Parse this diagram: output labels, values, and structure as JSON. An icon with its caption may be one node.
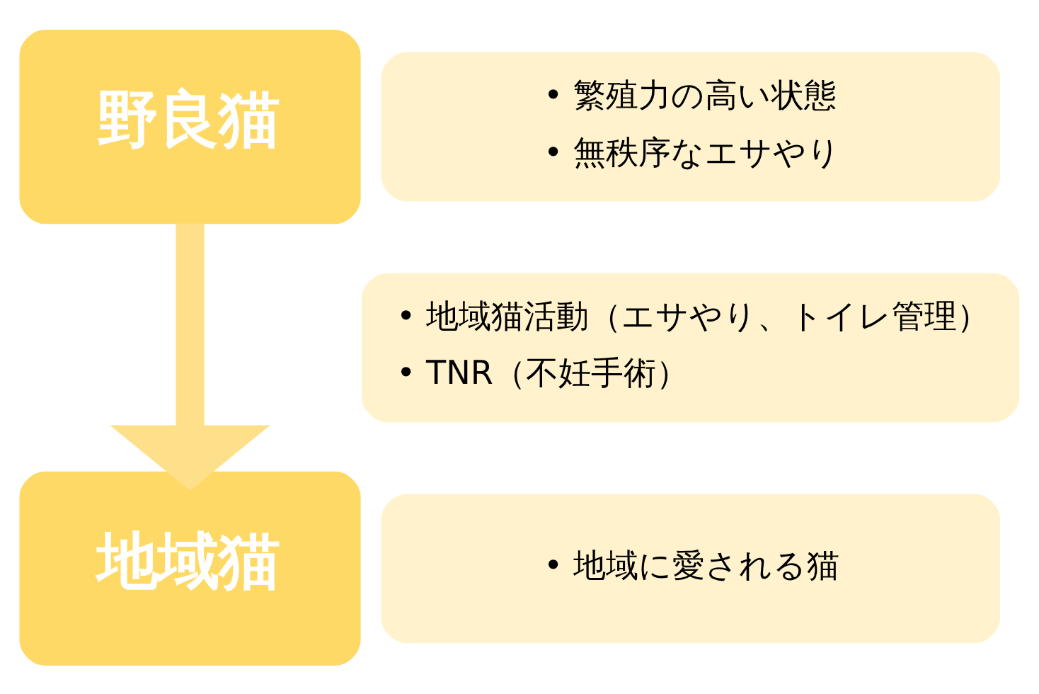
{
  "diagram": {
    "nodes": [
      {
        "text": [
          "野良猫"
        ]
      },
      {
        "text": [
          "• 繁殖力の高い状態",
          "• 無秩序なエサやり"
        ]
      },
      {
        "text": [
          "• 地域猫活動（エサやり、トイレ管理）",
          "• TNR（不妊手術）"
        ]
      },
      {
        "text": [
          "地域猫"
        ]
      },
      {
        "text": [
          "• 地域に愛される猫"
        ]
      }
    ],
    "edges": [
      {
        "from": 0,
        "to": 3,
        "arrow": "to",
        "color": "#ffe08a"
      }
    ]
  }
}
